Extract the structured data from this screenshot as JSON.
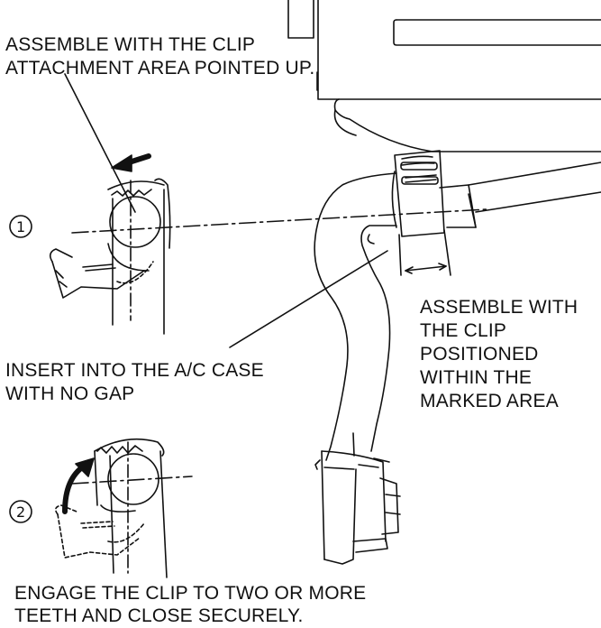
{
  "annotations": {
    "clip_orientation": [
      "ASSEMBLE WITH THE CLIP",
      "ATTACHMENT AREA POINTED UP."
    ],
    "insert_case": [
      "INSERT INTO THE A/C CASE",
      "WITH NO GAP"
    ],
    "clip_position": [
      "ASSEMBLE WITH",
      "THE CLIP",
      "POSITIONED",
      "WITHIN THE",
      "MARKED AREA"
    ],
    "engage": [
      "ENGAGE THE CLIP TO TWO OR MORE",
      "TEETH AND CLOSE SECURELY."
    ]
  },
  "steps": {
    "one": "1",
    "two": "2"
  },
  "colors": {
    "line": "#111111",
    "background": "#ffffff"
  }
}
